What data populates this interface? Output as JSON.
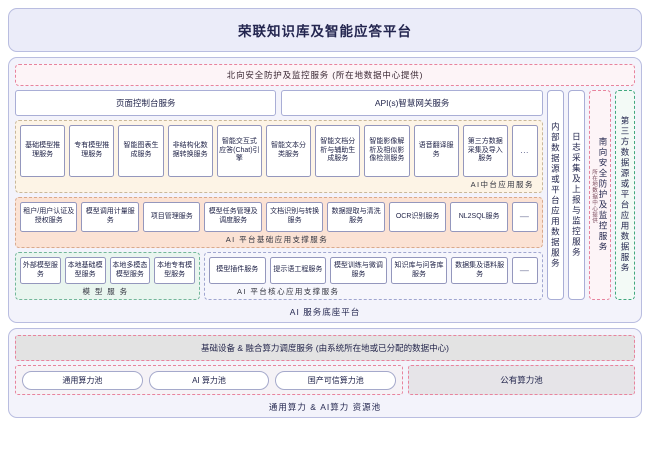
{
  "title": "荣联知识库及智能应答平台",
  "north_security": "北向安全防护及监控服务 (所在地数据中心提供)",
  "access": {
    "console": "页面控制台服务",
    "api_gateway": "API(s)智慧网关服务"
  },
  "ai_midend": {
    "caption": "AI中台应用服务",
    "items": [
      "基础模型推理服务",
      "专有模型推理服务",
      "智能图表生成服务",
      "非结构化数据转换服务",
      "智能交互式应答(Chat)引擎",
      "智能文本分类服务",
      "智能文档分析与辅助生成服务",
      "智能影像解析及相似影像检测服务",
      "语音翻译服务",
      "第三方数据采集及导入服务"
    ],
    "ellipsis": "…"
  },
  "ai_platform_support": {
    "caption": "AI 平台基础应用支撑服务",
    "items": [
      "租户/用户认证及授权服务",
      "模型调用计量服务",
      "项目管理服务",
      "模型任务管理及调度服务",
      "文档识别与转换服务",
      "数据提取与清洗服务",
      "OCR识别服务",
      "NL2SQL服务"
    ],
    "ellipsis": "—"
  },
  "model_services": {
    "caption": "模 型 服 务",
    "items": [
      "外部模型服务",
      "本地基础模型服务",
      "本地多模态模型服务",
      "本地专有模型服务"
    ]
  },
  "core_support": {
    "caption": "AI 平台核心应用支撑服务",
    "items": [
      "模型插件服务",
      "提示语工程服务",
      "模型训练与微调服务",
      "知识库与问答库服务",
      "数据集及语料服务"
    ],
    "ellipsis": "—"
  },
  "platform_footer": "AI 服务底座平台",
  "side_columns": {
    "internal_data": "内部数据源或平台应用数据服务",
    "log_monitor": "日志采集及上报与监控服务",
    "south_security": "南向安全防护及监控服务",
    "south_security_sub": "所在地数据中心提供",
    "third_party": "第三方数据源或平台应用数据服务"
  },
  "infra": {
    "scheduler": "基础设备 & 融合算力调度服务 (由系统所在地或已分配的数据中心)",
    "pools": [
      "通用算力池",
      "AI 算力池",
      "国产可信算力池"
    ],
    "public_pool": "公有算力池",
    "footer": "通用算力 & AI算力 资源池"
  },
  "colors": {
    "shell_border": "#b9bde0",
    "shell_bg": "#f3f3fb",
    "security_pink": "#e8839d",
    "third_party_green": "#41a87e",
    "midend_cream": "#fdf4e6",
    "support_peach": "#fbe2d4",
    "model_green": "#e9f5ef"
  }
}
